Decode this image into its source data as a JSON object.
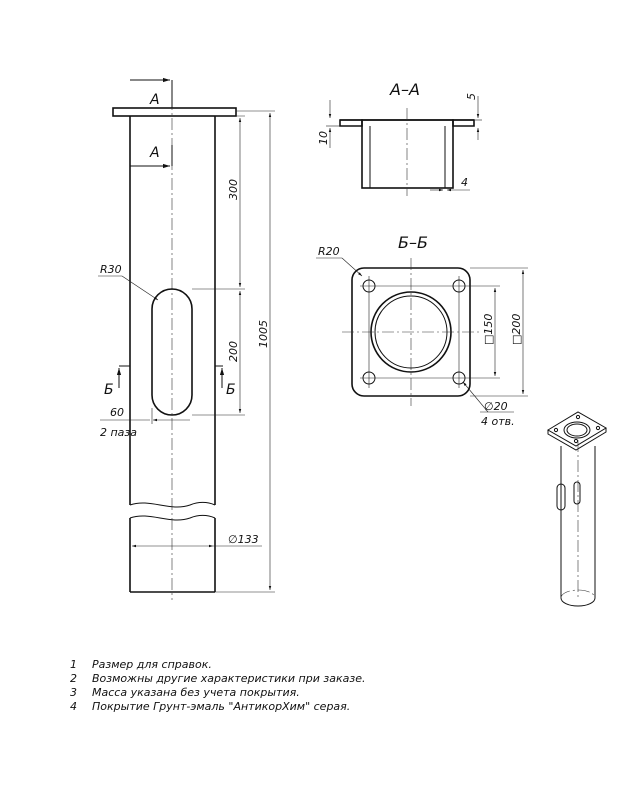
{
  "views": {
    "front": {
      "section_a": "A",
      "section_b": "Б",
      "dim_300": "300",
      "dim_200": "200",
      "dim_1005": "1005",
      "radius": "R30",
      "slot_width": "60",
      "slot_count": "2 паза",
      "diameter": "∅133"
    },
    "section_aa": {
      "title": "А–А",
      "dim_5": "5",
      "dim_10": "10",
      "dim_4": "4"
    },
    "section_bb": {
      "title": "Б–Б",
      "radius": "R20",
      "inner_square": "□150",
      "outer_square": "□200",
      "hole_diameter": "∅20",
      "hole_count": "4 отв."
    }
  },
  "notes": [
    {
      "num": "1",
      "text": "Размер для справок."
    },
    {
      "num": "2",
      "text": "Возможны другие характеристики при заказе."
    },
    {
      "num": "3",
      "text": "Масса указана без учета покрытия."
    },
    {
      "num": "4",
      "text": "Покрытие Грунт-эмаль \"АнтикорХим\" серая."
    }
  ]
}
